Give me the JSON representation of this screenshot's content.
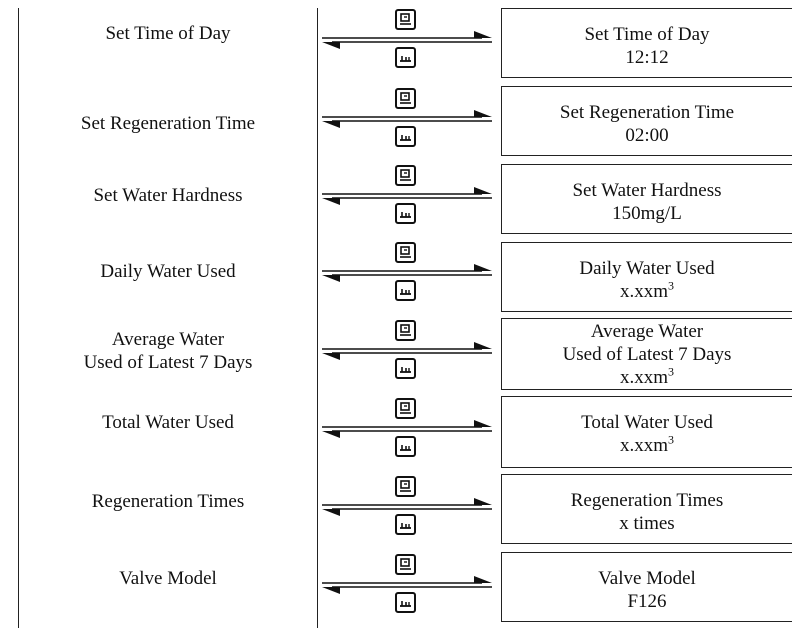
{
  "rows": [
    {
      "menu": [
        "Set Time of Day"
      ],
      "screen": [
        "Set Time of Day",
        "12:12"
      ],
      "sup": ""
    },
    {
      "menu": [
        "Set Regeneration Time"
      ],
      "screen": [
        "Set Regeneration Time",
        "02:00"
      ],
      "sup": ""
    },
    {
      "menu": [
        "Set Water Hardness"
      ],
      "screen": [
        "Set Water Hardness",
        "150mg/L"
      ],
      "sup": ""
    },
    {
      "menu": [
        "Daily Water Used"
      ],
      "screen": [
        "Daily Water Used",
        "x.xxm"
      ],
      "sup": "3"
    },
    {
      "menu": [
        "Average Water",
        "Used of Latest 7 Days"
      ],
      "screen": [
        "Average Water",
        "Used of Latest 7 Days",
        "x.xxm"
      ],
      "sup": "3"
    },
    {
      "menu": [
        "Total Water Used"
      ],
      "screen": [
        "Total Water Used",
        "x.xxm"
      ],
      "sup": "3"
    },
    {
      "menu": [
        "Regeneration Times"
      ],
      "screen": [
        "Regeneration Times",
        "x times"
      ],
      "sup": ""
    },
    {
      "menu": [
        "Valve Model"
      ],
      "screen": [
        "Valve Model",
        "F126"
      ],
      "sup": ""
    }
  ],
  "icons": {
    "forward": "menu-enter-icon",
    "back": "return-icon"
  }
}
